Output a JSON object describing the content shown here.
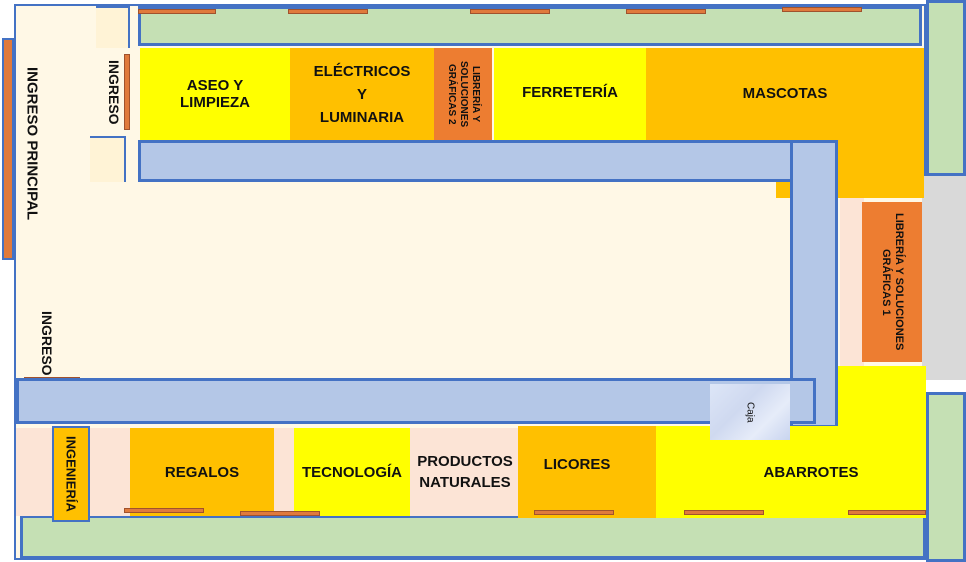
{
  "colors": {
    "border": "#4472c4",
    "shelf_green": "#c5e0b4",
    "aisle_blue": "#b4c7e7",
    "yellow": "#ffff00",
    "orange": "#ffc000",
    "dark_orange": "#ed7d31",
    "peach": "#fce4d6",
    "floor": "#fff8e6",
    "gray": "#d9d9d9",
    "door": "#e07a3c"
  },
  "labels": {
    "main_entrance": "INGRESO PRINCIPAL",
    "entrance_top": "INGRESO",
    "entrance_left": "INGRESO",
    "cleaning": "ASEO Y LIMPIEZA",
    "electrical_l1": "ELÉCTRICOS",
    "electrical_l2": "Y",
    "electrical_l3": "LUMINARIA",
    "bookstore_2": "LIBRERÍA Y SOLUCIONES GRÁFICAS 2",
    "hardware": "FERRETERÍA",
    "pets": "MASCOTAS",
    "bookstore_1": "LIBRERÍA Y SOLUCIONES GRÁFICAS 1",
    "cashier": "Caja",
    "engineering": "INGENIERÍA",
    "gifts": "REGALOS",
    "technology": "TECNOLOGÍA",
    "natural_products": "PRODUCTOS NATURALES",
    "liquors": "LICORES",
    "groceries": "ABARROTES"
  }
}
